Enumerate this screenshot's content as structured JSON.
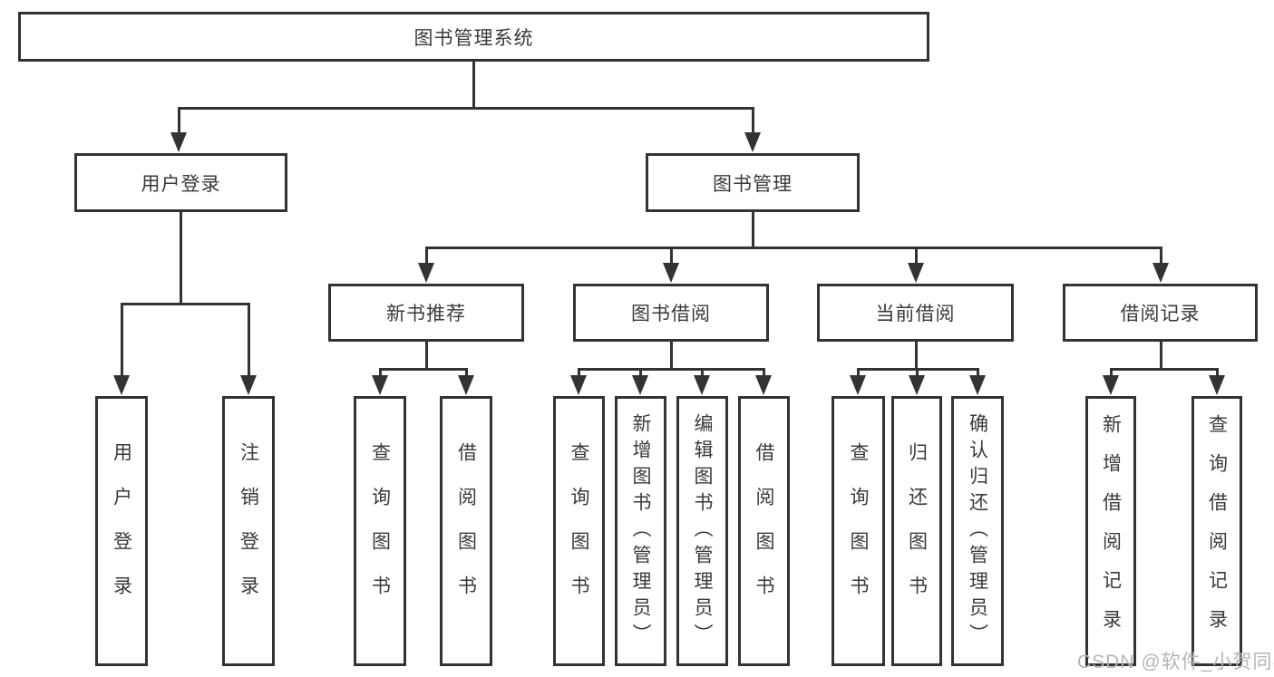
{
  "tree": {
    "label": "图书管理系统",
    "children": [
      {
        "label": "用户登录",
        "children": [
          {
            "label": "用户登录"
          },
          {
            "label": "注销登录"
          }
        ]
      },
      {
        "label": "图书管理",
        "children": [
          {
            "label": "新书推荐",
            "children": [
              {
                "label": "查询图书"
              },
              {
                "label": "借阅图书"
              }
            ]
          },
          {
            "label": "图书借阅",
            "children": [
              {
                "label": "查询图书"
              },
              {
                "label": "新增图书（管理员）"
              },
              {
                "label": "编辑图书（管理员）"
              },
              {
                "label": "借阅图书"
              }
            ]
          },
          {
            "label": "当前借阅",
            "children": [
              {
                "label": "查询图书"
              },
              {
                "label": "归还图书"
              },
              {
                "label": "确认归还（管理员）"
              }
            ]
          },
          {
            "label": "借阅记录",
            "children": [
              {
                "label": "新增借阅记录"
              },
              {
                "label": "查询借阅记录"
              }
            ]
          }
        ]
      }
    ]
  },
  "watermark": "CSDN @软件_小贺同学",
  "colors": {
    "line": "#333333",
    "text": "#3a3a3a",
    "watermark": "#b5b5b5",
    "background": "#ffffff"
  }
}
